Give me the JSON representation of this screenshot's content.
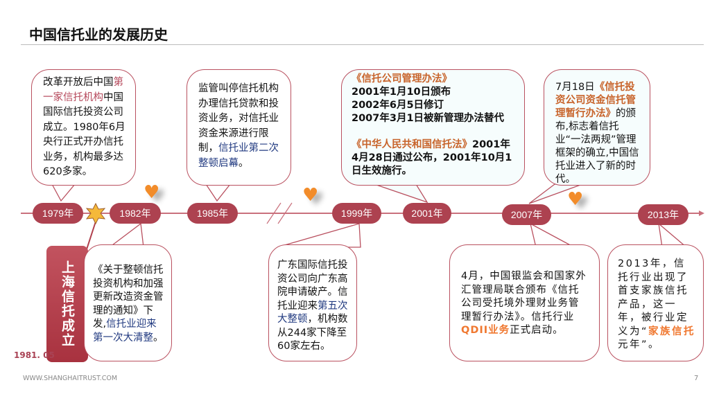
{
  "title": "中国信托业的发展历史",
  "timeline": [
    "1979年",
    "1982年",
    "1985年",
    "1999年",
    "2001年",
    "2007年",
    "2013年"
  ],
  "vertical_label": "上海信托成立",
  "vertical_date": "1981. 05",
  "b1": {
    "t1": "改革开放后中国",
    "t2": "第一家信托机构",
    "t3": "中国国际信托投资公司成立。1980年6月 央行正式开办信托业务，机构最多达620多家。"
  },
  "b2": {
    "t1": "监管叫停信托机构办理信托贷款和投资业务，对信托业资金来源进行限制，",
    "t2": "信托业第二次整顿启幕",
    "t3": "。"
  },
  "b3": {
    "law1": "《信托公司管理办法》",
    "l1": "2001年1月10日颁布",
    "l2": "2002年6月5日修订",
    "l3": "2007年3月1日被新管理办法替代",
    "law2": "《中华人民共和国信托法》",
    "l4": "2001年4月28日通过公布，2001年10月1日生效施行。"
  },
  "b4": {
    "t1": "7月18日",
    "t2": "《信托投资公司资金信托管理暂行办法》",
    "t3": "的颁布,标志着信托业“一法两规”管理框架的确立,中国信托业进入了新的时代。"
  },
  "b5": {
    "t1": "《关于整顿信托投资机构和加强更新改造资金管理的通知》下发,",
    "t2": "信托业迎来第一次大清整",
    "t3": "。"
  },
  "b6": {
    "t1": "广东国际信托投资公司向广东高院申请破产。信托业迎来",
    "t2": "第五次大整顿",
    "t3": "，机构数从244家下降至60家左右。"
  },
  "b7": {
    "t1": "4月，中国银监会和国家外汇管理局联合颁布《信托公司受托境外理财业务管理暂行办法》。信托行业",
    "t2": "QDII业务",
    "t3": "正式启动。"
  },
  "b8": {
    "t1": "2013年，信托行业出现了首支家族信托产品，这一年，被行业定义为“",
    "t2": "家族信托",
    "t3": "元年”。"
  },
  "footer": {
    "url": "WWW.SHANGHAITRUST.COM",
    "page": "7"
  },
  "colors": {
    "accent": "#ad4250",
    "orange": "#f07830"
  }
}
